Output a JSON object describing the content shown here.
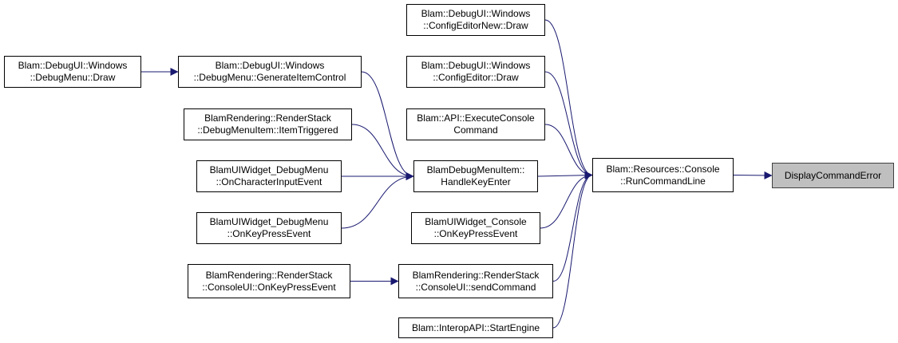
{
  "colors": {
    "edge": "#191970",
    "node_border": "#000000",
    "root_fill": "#bfbfbf",
    "root_border": "#404040"
  },
  "nodes": {
    "display_command_error": {
      "lines": [
        "DisplayCommandError"
      ]
    },
    "run_command_line": {
      "lines": [
        "Blam::Resources::Console",
        "::RunCommandLine"
      ]
    },
    "config_editor_new_draw": {
      "lines": [
        "Blam::DebugUI::Windows",
        "::ConfigEditorNew::Draw"
      ]
    },
    "config_editor_draw": {
      "lines": [
        "Blam::DebugUI::Windows",
        "::ConfigEditor::Draw"
      ]
    },
    "execute_console_command": {
      "lines": [
        "Blam::API::ExecuteConsole",
        "Command"
      ]
    },
    "handle_key_enter": {
      "lines": [
        "BlamDebugMenuItem::",
        "HandleKeyEnter"
      ]
    },
    "console_widget_on_key_press": {
      "lines": [
        "BlamUIWidget_Console",
        "::OnKeyPressEvent"
      ]
    },
    "send_command": {
      "lines": [
        "BlamRendering::RenderStack",
        "::ConsoleUI::sendCommand"
      ]
    },
    "start_engine": {
      "lines": [
        "Blam::InteropAPI::StartEngine"
      ]
    },
    "generate_item_control": {
      "lines": [
        "Blam::DebugUI::Windows",
        "::DebugMenu::GenerateItemControl"
      ]
    },
    "debug_menu_draw": {
      "lines": [
        "Blam::DebugUI::Windows",
        "::DebugMenu::Draw"
      ]
    },
    "item_triggered": {
      "lines": [
        "BlamRendering::RenderStack",
        "::DebugMenuItem::ItemTriggered"
      ]
    },
    "debug_menu_on_character_input": {
      "lines": [
        "BlamUIWidget_DebugMenu",
        "::OnCharacterInputEvent"
      ]
    },
    "debug_menu_on_key_press": {
      "lines": [
        "BlamUIWidget_DebugMenu",
        "::OnKeyPressEvent"
      ]
    },
    "console_ui_on_key_press": {
      "lines": [
        "BlamRendering::RenderStack",
        "::ConsoleUI::OnKeyPressEvent"
      ]
    }
  },
  "edges": [
    {
      "from": "run_command_line",
      "to": "display_command_error"
    },
    {
      "from": "config_editor_new_draw",
      "to": "run_command_line"
    },
    {
      "from": "config_editor_draw",
      "to": "run_command_line"
    },
    {
      "from": "execute_console_command",
      "to": "run_command_line"
    },
    {
      "from": "handle_key_enter",
      "to": "run_command_line"
    },
    {
      "from": "console_widget_on_key_press",
      "to": "run_command_line"
    },
    {
      "from": "send_command",
      "to": "run_command_line"
    },
    {
      "from": "start_engine",
      "to": "run_command_line"
    },
    {
      "from": "generate_item_control",
      "to": "handle_key_enter"
    },
    {
      "from": "debug_menu_draw",
      "to": "generate_item_control"
    },
    {
      "from": "item_triggered",
      "to": "handle_key_enter"
    },
    {
      "from": "debug_menu_on_character_input",
      "to": "handle_key_enter"
    },
    {
      "from": "debug_menu_on_key_press",
      "to": "handle_key_enter"
    },
    {
      "from": "console_ui_on_key_press",
      "to": "send_command"
    }
  ]
}
